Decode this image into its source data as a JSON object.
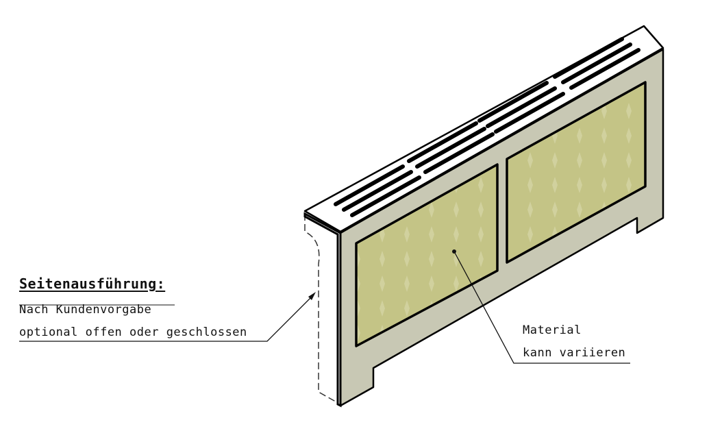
{
  "side_note": {
    "title": "Seitenausführung:",
    "line1": "Nach Kundenvorgabe",
    "line2": "optional offen oder geschlossen"
  },
  "material_note": {
    "line1": "Material",
    "line2": "kann variieren"
  },
  "colors": {
    "frame": "#c8c8b4",
    "panel": "#c4c486",
    "top": "#ffffff",
    "outline": "#000000"
  }
}
